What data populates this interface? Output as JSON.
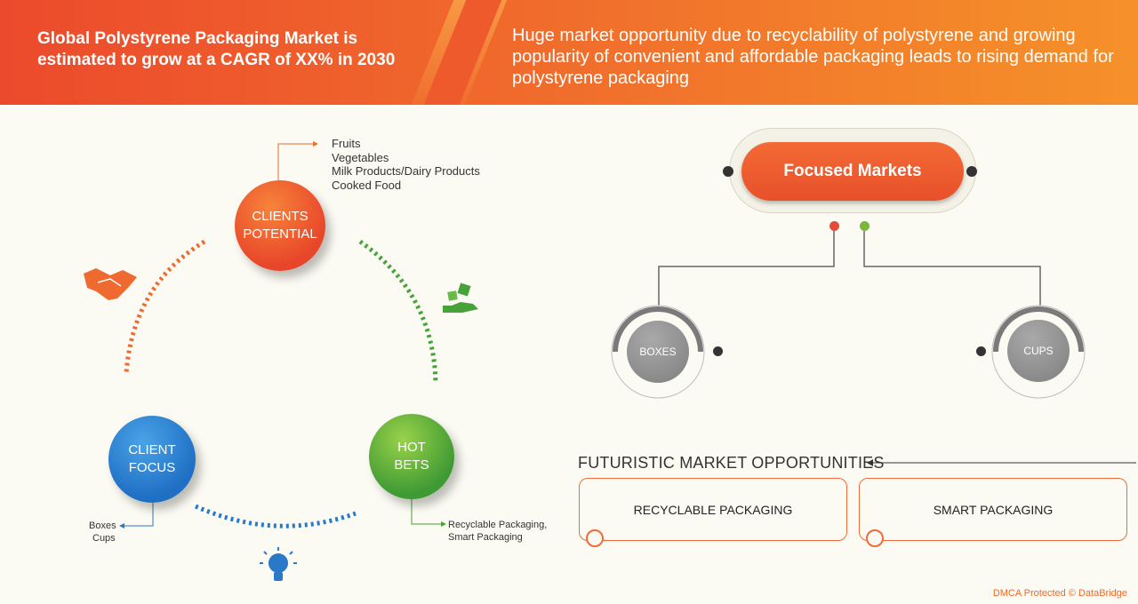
{
  "header": {
    "left_text": "Global Polystyrene Packaging Market is estimated to grow at a CAGR of XX% in 2030",
    "right_text": "Huge market opportunity due to recyclability of polystyrene and growing popularity of convenient and affordable packaging leads to rising demand for polystyrene packaging"
  },
  "cycle": {
    "clients_potential": {
      "line1": "CLIENTS",
      "line2": "POTENTIAL",
      "items": [
        "Fruits",
        "Vegetables",
        "Milk Products/Dairy Products",
        "Cooked Food"
      ]
    },
    "client_focus": {
      "line1": "CLIENT",
      "line2": "FOCUS",
      "items": [
        "Boxes",
        "Cups"
      ]
    },
    "hot_bets": {
      "line1": "HOT",
      "line2": "BETS",
      "items": [
        "Recyclable Packaging,",
        "Smart Packaging"
      ]
    }
  },
  "focused_markets": {
    "title": "Focused Markets",
    "segments": [
      "BOXES",
      "CUPS"
    ]
  },
  "futuristic": {
    "title": "FUTURISTIC MARKET OPPORTUNITIES",
    "opportunities": [
      "RECYCLABLE PACKAGING",
      "SMART PACKAGING"
    ]
  },
  "footer": {
    "credit": "DMCA Protected © DataBridge"
  },
  "colors": {
    "orange": "#f06a2c",
    "blue": "#1f6fc4",
    "green": "#3f9a34",
    "grey": "#7e7e7e"
  }
}
